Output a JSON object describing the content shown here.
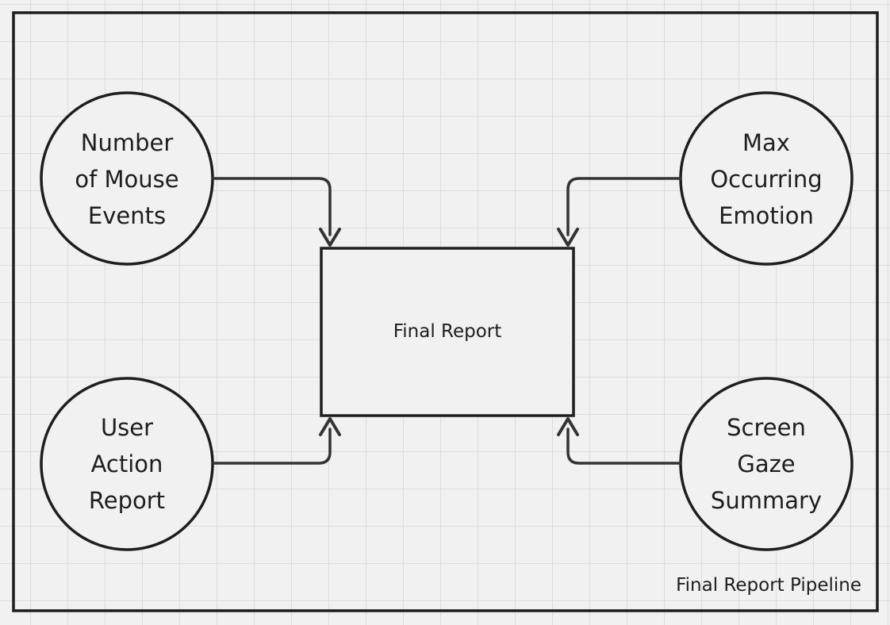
{
  "diagram": {
    "container_label": "Final Report Pipeline",
    "center_node": {
      "label": "Final Report"
    },
    "nodes": {
      "mouse_events": {
        "lines": [
          "Number",
          "of Mouse",
          "Events"
        ]
      },
      "max_emotion": {
        "lines": [
          "Max",
          "Occurring",
          "Emotion"
        ]
      },
      "user_action": {
        "lines": [
          "User",
          "Action",
          "Report"
        ]
      },
      "screen_gaze": {
        "lines": [
          "Screen",
          "Gaze",
          "Summary"
        ]
      }
    },
    "edges": [
      {
        "from": "Number of Mouse Events",
        "to": "Final Report"
      },
      {
        "from": "Max Occurring Emotion",
        "to": "Final Report"
      },
      {
        "from": "User Action Report",
        "to": "Final Report"
      },
      {
        "from": "Screen Gaze Summary",
        "to": "Final Report"
      }
    ],
    "colors": {
      "stroke": "#1e1e1e",
      "arrow": "#333333",
      "background": "#f1f1f1",
      "grid": "#dcdcdc"
    }
  }
}
